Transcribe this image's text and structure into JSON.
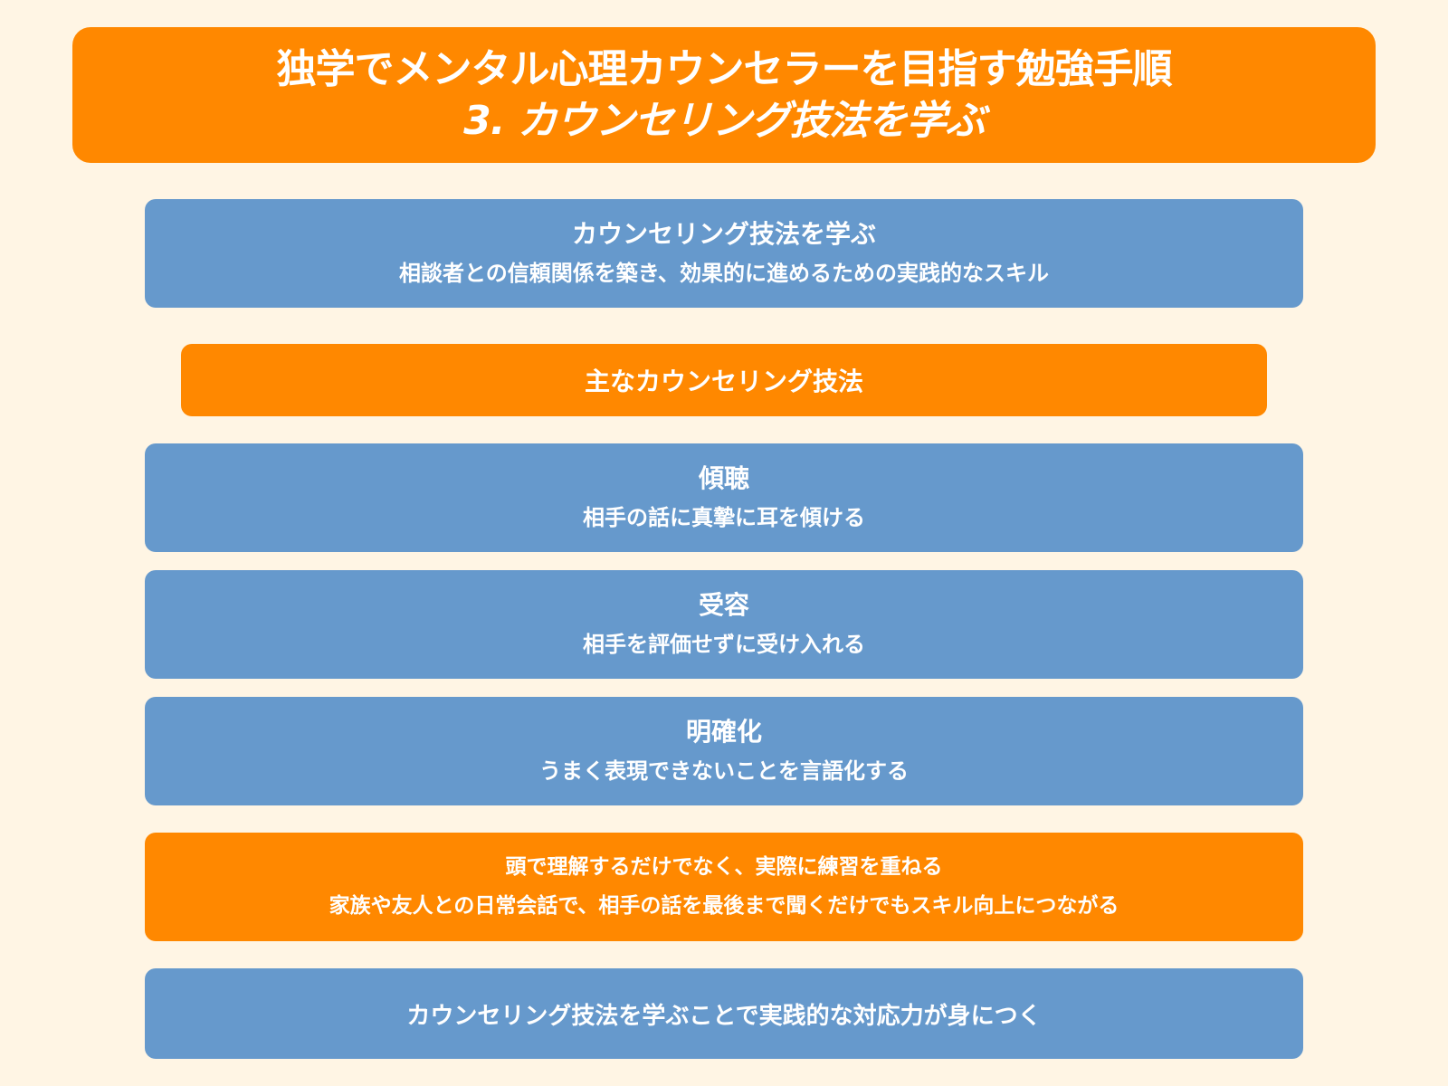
{
  "title": {
    "line1": "独学でメンタル心理カウンセラーを目指す勉強手順",
    "line2": "3. カウンセリング技法を学ぶ"
  },
  "intro": {
    "heading": "カウンセリング技法を学ぶ",
    "description": "相談者との信頼関係を築き、効果的に進めるための実践的なスキル"
  },
  "section_header": {
    "label": "主なカウンセリング技法"
  },
  "techniques": [
    {
      "name": "傾聴",
      "description": "相手の話に真摯に耳を傾ける"
    },
    {
      "name": "受容",
      "description": "相手を評価せずに受け入れる"
    },
    {
      "name": "明確化",
      "description": "うまく表現できないことを言語化する"
    }
  ],
  "tip": {
    "line1": "頭で理解するだけでなく、実際に練習を重ねる",
    "line2": "家族や友人との日常会話で、相手の話を最後まで聞くだけでもスキル向上につながる"
  },
  "summary": {
    "text": "カウンセリング技法を学ぶことで実践的な対応力が身につく"
  },
  "colors": {
    "background": "#FFF5E4",
    "orange": "#FF8800",
    "blue": "#6699CC",
    "text": "#FFFFFF"
  }
}
